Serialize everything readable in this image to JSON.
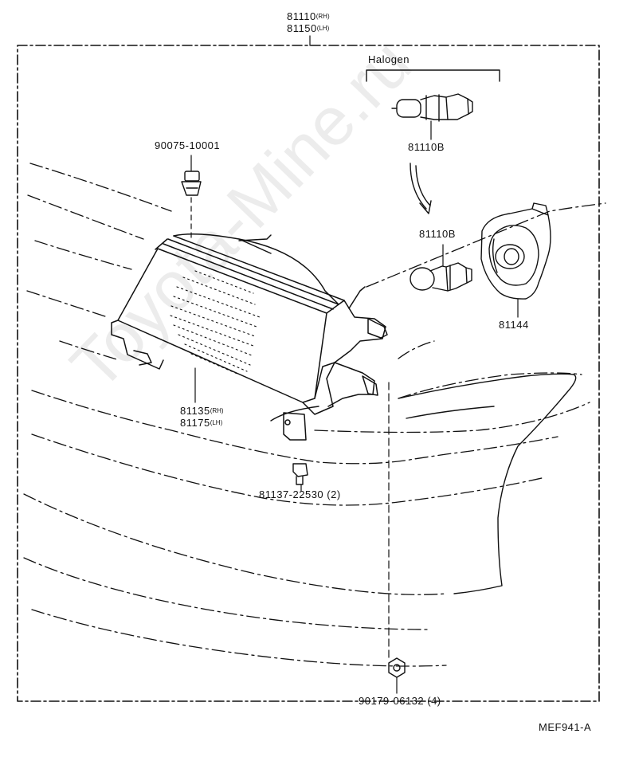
{
  "labels": {
    "assembly_rh": "81110",
    "assembly_rh_suffix": "(RH)",
    "assembly_lh": "81150",
    "assembly_lh_suffix": "(LH)",
    "halogen": "Halogen",
    "bulb_top": "81110B",
    "bulb_mid": "81110B",
    "socket_cover": "81144",
    "clip": "90075-10001",
    "unit_rh": "81135",
    "unit_rh_suffix": "(RH)",
    "unit_lh": "81175",
    "unit_lh_suffix": "(LH)",
    "bracket_clip": "81137-22530 (2)",
    "nut": "90179-06132 (4)",
    "figure_code": "MEF941-A"
  },
  "watermark": "Toyota-Mine.ru"
}
